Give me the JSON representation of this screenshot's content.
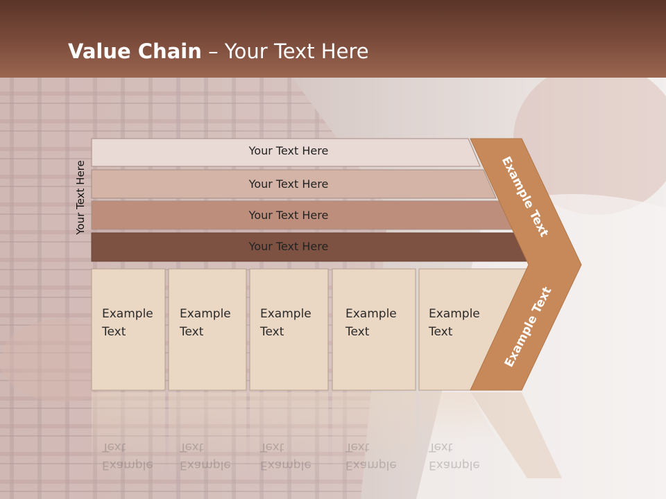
{
  "title": {
    "bold": "Value Chain",
    "rest": " – Your Text Here"
  },
  "side_label": "Your Text Here",
  "rows": [
    {
      "label": "Your Text Here",
      "color": "#e9dad5"
    },
    {
      "label": "Your Text Here",
      "color": "#d4b4a6"
    },
    {
      "label": "Your Text Here",
      "color": "#bd8e7c"
    },
    {
      "label": "Your Text Here",
      "color": "#7e5242"
    }
  ],
  "columns": [
    {
      "line1": "Example",
      "line2": "Text"
    },
    {
      "line1": "Example",
      "line2": "Text"
    },
    {
      "line1": "Example",
      "line2": "Text"
    },
    {
      "line1": "Example",
      "line2": "Text"
    },
    {
      "line1": "Example",
      "line2": "Text"
    }
  ],
  "chevron": {
    "top_label": "Example Text",
    "bottom_label": "Example Text",
    "color": "#c8895a"
  },
  "colors": {
    "header": "#7c4c3c",
    "column_fill": "#ead7c4"
  }
}
